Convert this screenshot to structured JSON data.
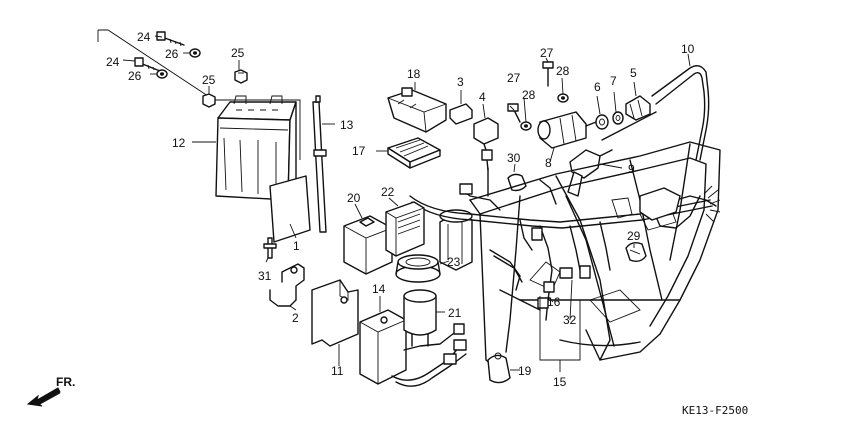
{
  "callouts": [
    {
      "id": "c1",
      "text": "1"
    },
    {
      "id": "c2",
      "text": "2"
    },
    {
      "id": "c3",
      "text": "3"
    },
    {
      "id": "c4",
      "text": "4"
    },
    {
      "id": "c5",
      "text": "5"
    },
    {
      "id": "c6",
      "text": "6"
    },
    {
      "id": "c7",
      "text": "7"
    },
    {
      "id": "c8",
      "text": "8"
    },
    {
      "id": "c9",
      "text": "9"
    },
    {
      "id": "c10",
      "text": "10"
    },
    {
      "id": "c11",
      "text": "11"
    },
    {
      "id": "c12",
      "text": "12"
    },
    {
      "id": "c13",
      "text": "13"
    },
    {
      "id": "c14",
      "text": "14"
    },
    {
      "id": "c15",
      "text": "15"
    },
    {
      "id": "c16",
      "text": "16"
    },
    {
      "id": "c17",
      "text": "17"
    },
    {
      "id": "c18",
      "text": "18"
    },
    {
      "id": "c19",
      "text": "19"
    },
    {
      "id": "c20",
      "text": "20"
    },
    {
      "id": "c21",
      "text": "21"
    },
    {
      "id": "c22",
      "text": "22"
    },
    {
      "id": "c23",
      "text": "23"
    },
    {
      "id": "c24a",
      "text": "24"
    },
    {
      "id": "c24b",
      "text": "24"
    },
    {
      "id": "c25a",
      "text": "25"
    },
    {
      "id": "c25b",
      "text": "25"
    },
    {
      "id": "c26a",
      "text": "26"
    },
    {
      "id": "c26b",
      "text": "26"
    },
    {
      "id": "c27a",
      "text": "27"
    },
    {
      "id": "c27b",
      "text": "27"
    },
    {
      "id": "c28a",
      "text": "28"
    },
    {
      "id": "c28b",
      "text": "28"
    },
    {
      "id": "c29",
      "text": "29"
    },
    {
      "id": "c30",
      "text": "30"
    },
    {
      "id": "c31",
      "text": "31"
    },
    {
      "id": "c32",
      "text": "32"
    }
  ],
  "direction_label": "FR.",
  "diagram_code": "KE13-F2500"
}
